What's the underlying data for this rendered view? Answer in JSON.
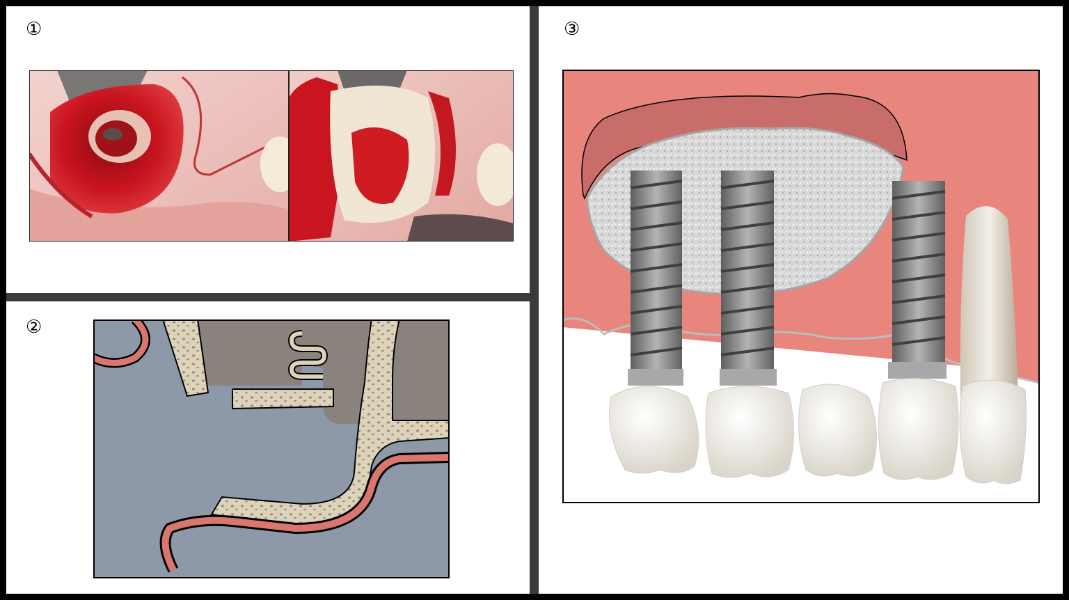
{
  "panels": {
    "photos": {
      "label": "①"
    },
    "sinus_diagram": {
      "label": "②"
    },
    "implant_diagram": {
      "label": "③"
    }
  },
  "colors": {
    "gum": "#e8867e",
    "gum_dark": "#c86d6a",
    "bone_graft": "#dcdcdc",
    "sinus_gray": "#8d99a9",
    "cortical_bone": "#ddd3bb",
    "implant_metal": "#8f8f8f",
    "tooth": "#f1ede6",
    "blood_red": "#c40f1a"
  },
  "icons": [
    "surgical-photo-open-sinus",
    "surgical-photo-graft",
    "sinus-lift-diagram",
    "implant-bridge-diagram"
  ]
}
